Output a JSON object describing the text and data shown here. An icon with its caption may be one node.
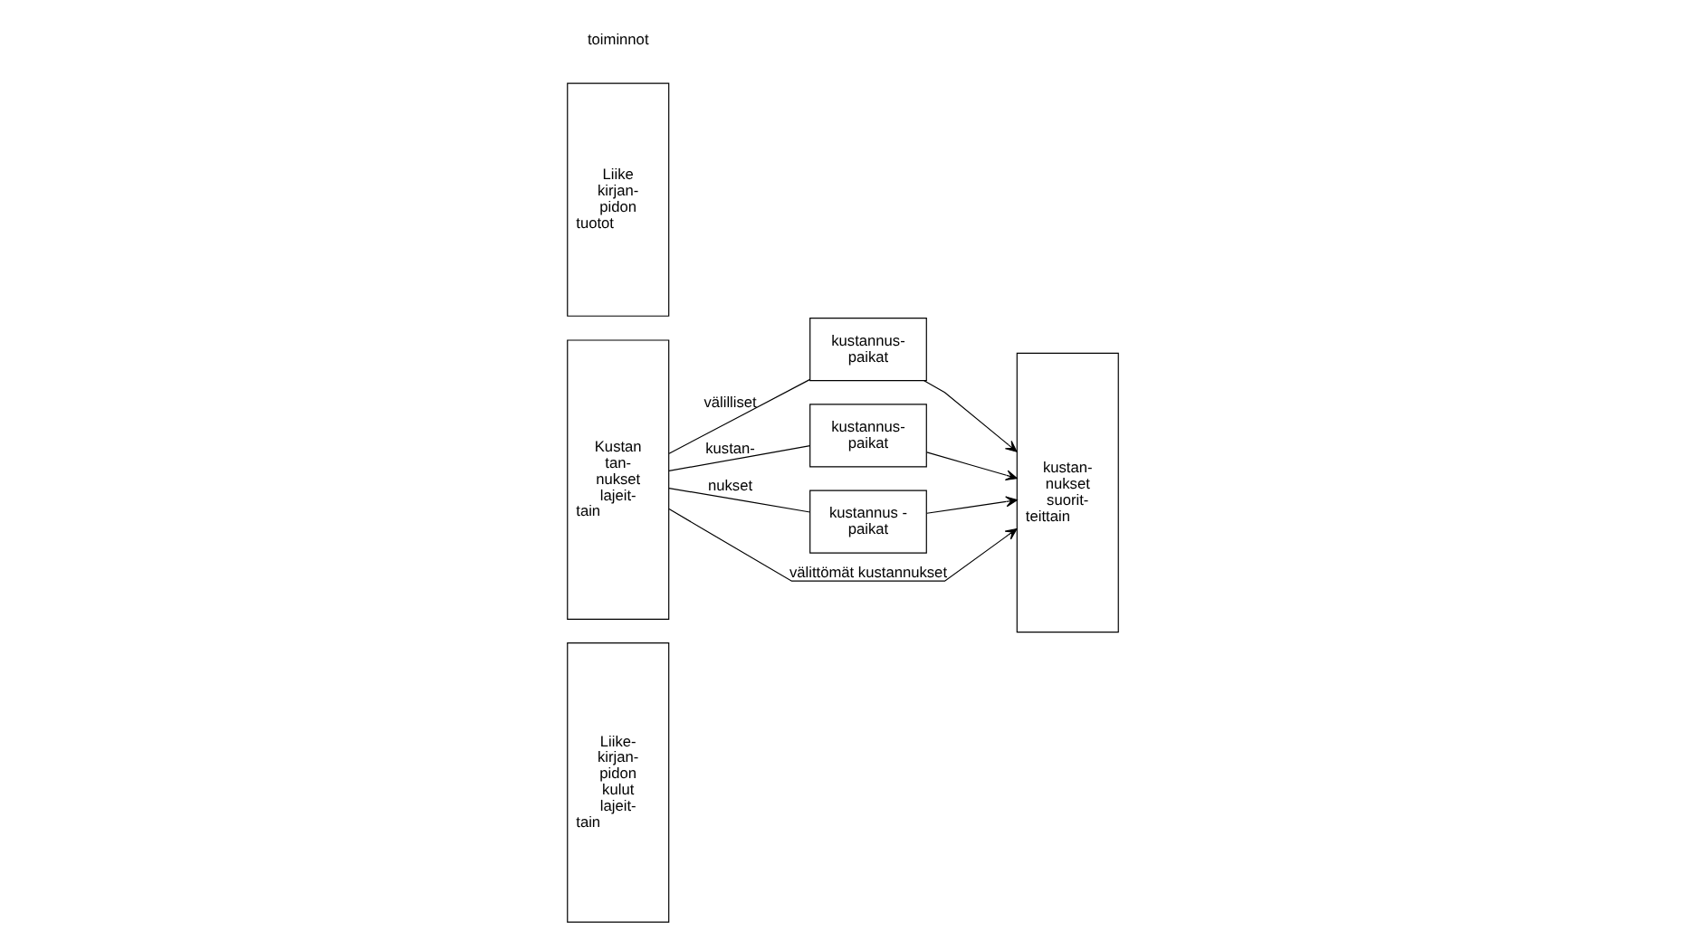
{
  "diagram": {
    "nodes": [
      {
        "text": [
          "Liike- kirjan- pidon kulut lajeit- tain"
        ]
      },
      {
        "text": [
          "Kustan tan- nukset lajeit- tain"
        ]
      },
      {
        "text": [
          "kustannus- paikat"
        ]
      },
      {
        "text": [
          "kustannus- paikat"
        ]
      },
      {
        "text": [
          "kustannus - paikat"
        ]
      },
      {
        "text": [
          "kustan- nukset suorit- teittain"
        ]
      },
      {
        "text": [
          "Liike kirjan- pidon tuotot"
        ]
      }
    ],
    "edges": [
      {
        "from": 1,
        "to": 5,
        "arrow": "to",
        "label": "välittömät kustannukset"
      },
      {
        "from": 1,
        "to": 2,
        "arrow": "none",
        "label": "välilliset"
      },
      {
        "from": 2,
        "to": 5,
        "arrow": "to"
      },
      {
        "from": 1,
        "to": 3,
        "arrow": "none",
        "label": "kustan-"
      },
      {
        "from": 3,
        "to": 5,
        "arrow": "to"
      },
      {
        "from": 1,
        "to": 4,
        "arrow": "none",
        "label": "nukset"
      },
      {
        "from": 4,
        "to": 5,
        "arrow": "to"
      }
    ],
    "labels": [
      "toiminnot"
    ]
  }
}
